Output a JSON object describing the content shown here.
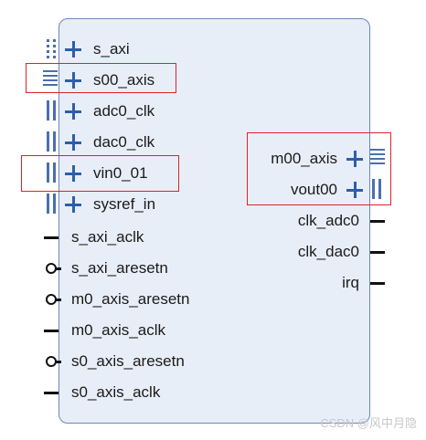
{
  "left_pins": [
    {
      "name": "s_axi",
      "kind": "bus-interface"
    },
    {
      "name": "s00_axis",
      "kind": "stream-interface"
    },
    {
      "name": "adc0_clk",
      "kind": "bus-interface"
    },
    {
      "name": "dac0_clk",
      "kind": "bus-interface"
    },
    {
      "name": "vin0_01",
      "kind": "bus-interface"
    },
    {
      "name": "sysref_in",
      "kind": "bus-interface"
    },
    {
      "name": "s_axi_aclk",
      "kind": "wire"
    },
    {
      "name": "s_axi_aresetn",
      "kind": "active-low-wire"
    },
    {
      "name": "m0_axis_aresetn",
      "kind": "active-low-wire"
    },
    {
      "name": "m0_axis_aclk",
      "kind": "wire"
    },
    {
      "name": "s0_axis_aresetn",
      "kind": "active-low-wire"
    },
    {
      "name": "s0_axis_aclk",
      "kind": "wire"
    }
  ],
  "right_pins": [
    {
      "name": "m00_axis",
      "kind": "stream-interface"
    },
    {
      "name": "vout00",
      "kind": "bus-interface"
    },
    {
      "name": "clk_adc0",
      "kind": "wire"
    },
    {
      "name": "clk_dac0",
      "kind": "wire"
    },
    {
      "name": "irq",
      "kind": "wire"
    }
  ],
  "highlight_color": "#d9242a",
  "watermark": "CSDN @风中月隐"
}
